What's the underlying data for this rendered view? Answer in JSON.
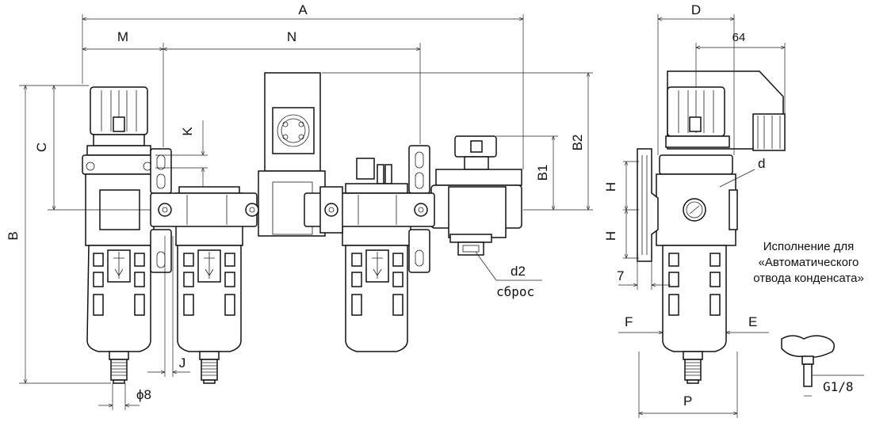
{
  "labels": {
    "A": "A",
    "M": "M",
    "N": "N",
    "D": "D",
    "dim64": "64",
    "B": "B",
    "B1": "B1",
    "B2": "B2",
    "C": "C",
    "K": "K",
    "H_upper": "H",
    "H_lower": "H",
    "d": "d",
    "d2": "d2",
    "sbros": "сброс",
    "dim7": "7",
    "F": "F",
    "E": "E",
    "J": "J",
    "phi8": "ϕ8",
    "P": "P",
    "G18": "G1/8"
  },
  "note": {
    "line1": "Исполнение для",
    "line2": "«Автоматического",
    "line3": "отвода конденсата»"
  }
}
